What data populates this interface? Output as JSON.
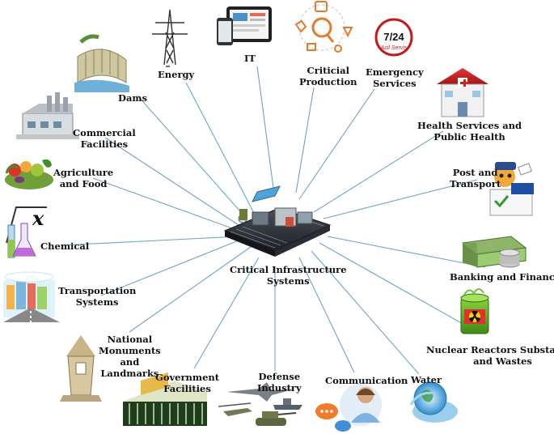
{
  "center": {
    "label_lines": [
      "Critical Infrastructure",
      "Systems"
    ]
  },
  "sectors": {
    "energy": {
      "lines": [
        "Energy"
      ],
      "icon": "power-pylon-icon"
    },
    "it": {
      "lines": [
        "IT"
      ],
      "icon": "tablet-devices-icon"
    },
    "critical": {
      "lines": [
        "Criticial",
        "Production"
      ],
      "icon": "production-cycle-icon"
    },
    "emergency": {
      "lines": [
        "Emergency",
        "Services"
      ],
      "icon": "emergency-badge-icon",
      "badge_top": "7/24",
      "badge_bottom": "Acil Servis"
    },
    "health": {
      "lines": [
        "Health Services and",
        "Public Health"
      ],
      "icon": "hospital-icon"
    },
    "post": {
      "lines": [
        "Post and",
        "Transport"
      ],
      "icon": "postman-icon"
    },
    "banking": {
      "lines": [
        "Banking and Finance"
      ],
      "icon": "money-stack-icon"
    },
    "nuclear": {
      "lines": [
        "Nuclear Reactors Substances",
        "and Wastes"
      ],
      "icon": "radioactive-barrel-icon"
    },
    "water": {
      "lines": [
        "Water"
      ],
      "icon": "water-globe-icon"
    },
    "communication": {
      "lines": [
        "Communication"
      ],
      "icon": "call-center-icon"
    },
    "defense": {
      "lines": [
        "Defense",
        "Industry"
      ],
      "icon": "military-vehicles-icon"
    },
    "government": {
      "lines": [
        "Government",
        "Facilities"
      ],
      "icon": "government-building-icon"
    },
    "monuments": {
      "lines": [
        "National",
        "Monuments",
        "and",
        "Landmarks"
      ],
      "icon": "monument-icon"
    },
    "transport": {
      "lines": [
        "Transportation",
        "Systems"
      ],
      "icon": "city-road-icon"
    },
    "chemical": {
      "lines": [
        "Chemical"
      ],
      "icon": "chemistry-flask-icon",
      "symbol": "x"
    },
    "agriculture": {
      "lines": [
        "Agriculture",
        "and Food"
      ],
      "icon": "produce-icon"
    },
    "commercial": {
      "lines": [
        "Commercial",
        "Facilities"
      ],
      "icon": "factory-icon"
    },
    "dams": {
      "lines": [
        "Dams"
      ],
      "icon": "dam-icon"
    }
  },
  "colors": {
    "connector": "#6fa3c6",
    "label": "#111111"
  }
}
